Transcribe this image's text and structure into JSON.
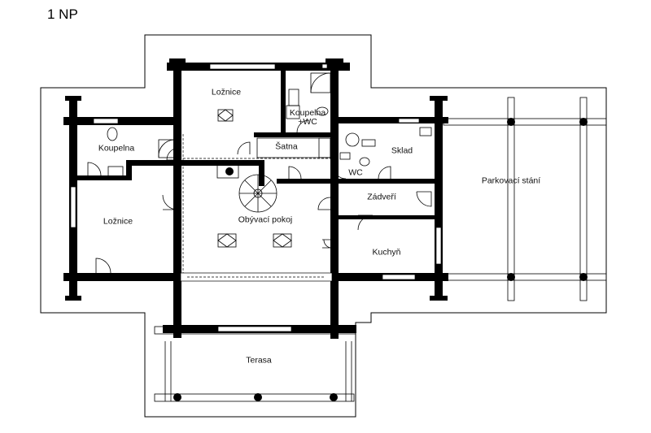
{
  "floor_label": "1 NP",
  "rooms": {
    "loznice_top": "Ložnice",
    "koupelna_wc_line1": "Koupelna",
    "koupelna_wc_line2": "+WC",
    "koupelna_left": "Koupelna",
    "satna": "Šatna",
    "sklad": "Sklad",
    "wc": "WC",
    "loznice_left": "Ložnice",
    "obyvaci_pokoj": "Obývací pokoj",
    "zadveri": "Zádveří",
    "kuchyn": "Kuchyň",
    "parkovaci_stani": "Parkovací stání",
    "terasa": "Terasa"
  }
}
